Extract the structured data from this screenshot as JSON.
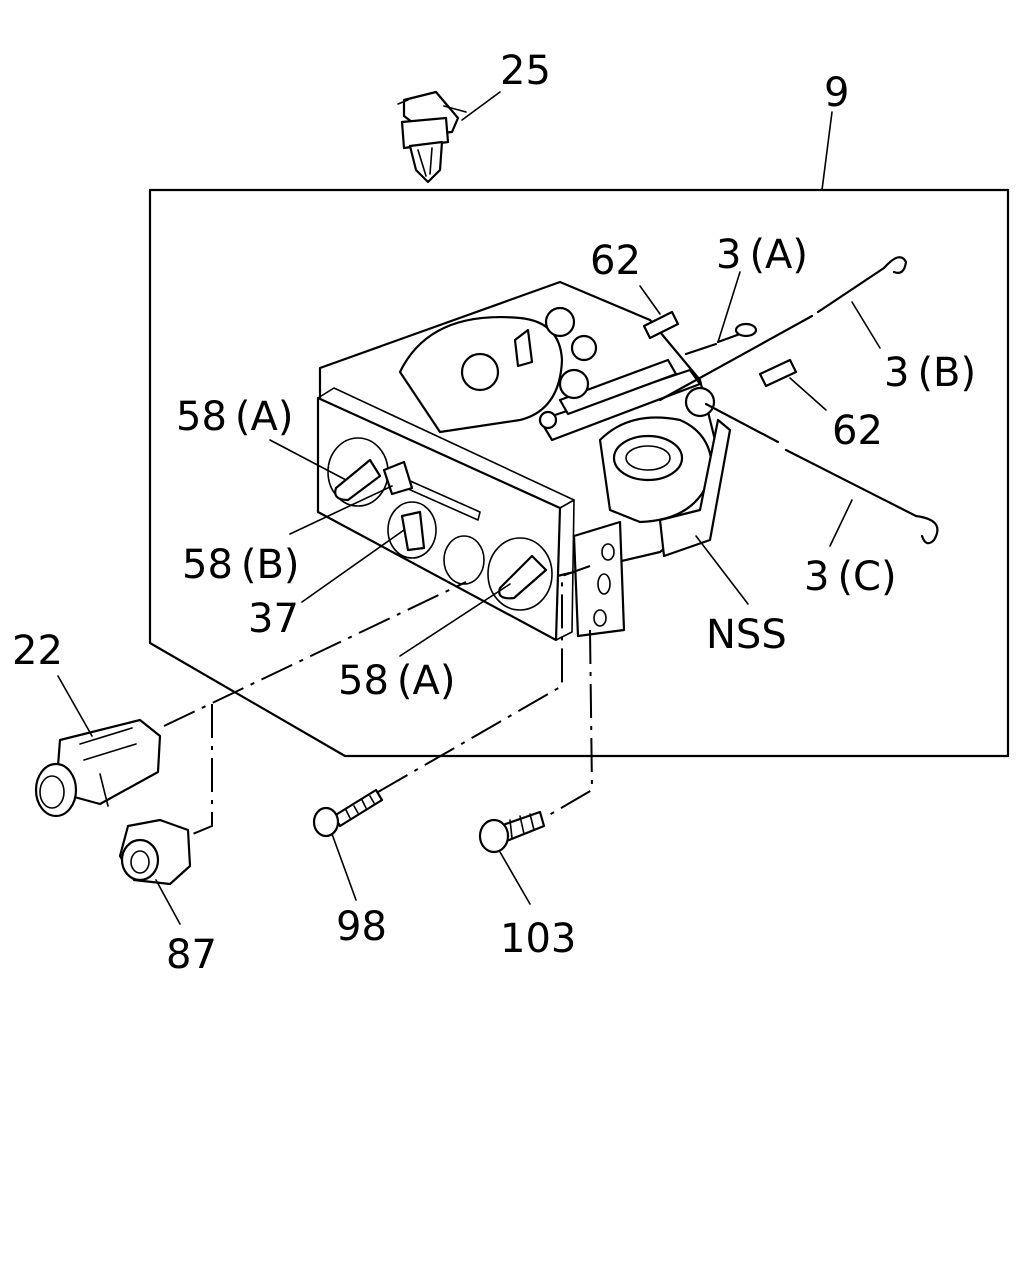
{
  "labels": {
    "p25": "25",
    "p9": "9",
    "p62_top": "62",
    "p3a": "3 (A)",
    "p3b": "3 (B)",
    "p62_right": "62",
    "p58a_top": "58 (A)",
    "p58b": "58 (B)",
    "p37": "37",
    "p3c": "3 (C)",
    "pnss": "NSS",
    "p22": "22",
    "p58a_bottom": "58 (A)",
    "p98": "98",
    "p103": "103",
    "p87": "87"
  }
}
